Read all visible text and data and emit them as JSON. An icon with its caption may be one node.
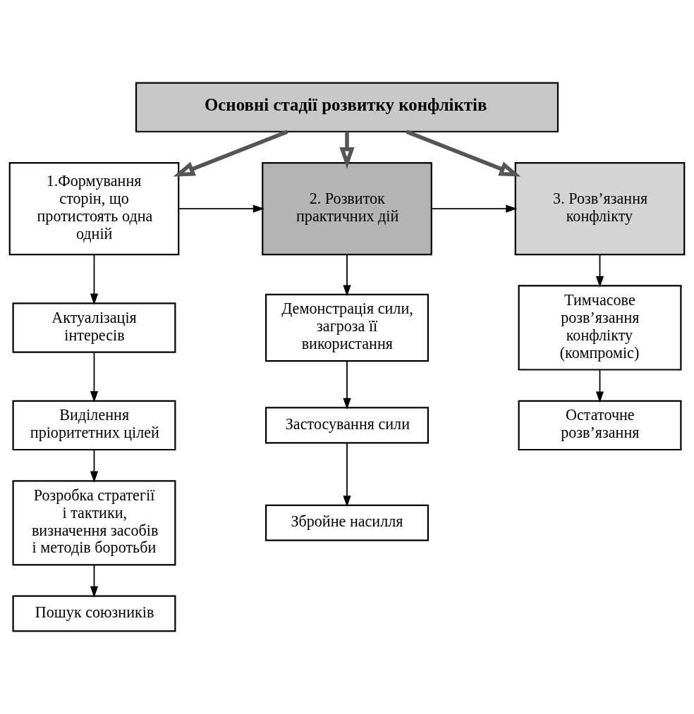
{
  "diagram": {
    "nodes": [
      {
        "text": [
          "Основні стадії розвитку конфліктів"
        ]
      },
      {
        "text": [
          "1.Формування сторін, що протистоять одна одній"
        ]
      },
      {
        "text": [
          "2. Розвиток практичних дій"
        ]
      },
      {
        "text": [
          "3. Розв’язання конфлікту"
        ]
      },
      {
        "text": [
          "Актуалізація інтересів"
        ]
      },
      {
        "text": [
          "Виділення пріоритетних цілей"
        ]
      },
      {
        "text": [
          "Розробка стратегії і тактики, визначення засобів і методів боротьби"
        ]
      },
      {
        "text": [
          "Пошук союзників"
        ]
      },
      {
        "text": [
          "Демонстрація сили, загроза її використання"
        ]
      },
      {
        "text": [
          "Застосування сили"
        ]
      },
      {
        "text": [
          "Збройне насилля"
        ]
      },
      {
        "text": [
          "Тимчасове розв’язання конфлікту (компроміс)"
        ]
      },
      {
        "text": [
          "Остаточне розв’язання"
        ]
      }
    ],
    "edges": [
      {
        "from": 0,
        "to": 1,
        "arrow": "to",
        "style": "thick"
      },
      {
        "from": 0,
        "to": 2,
        "arrow": "to",
        "style": "thick"
      },
      {
        "from": 0,
        "to": 3,
        "arrow": "to",
        "style": "thick"
      },
      {
        "from": 1,
        "to": 2,
        "arrow": "to"
      },
      {
        "from": 2,
        "to": 3,
        "arrow": "to"
      },
      {
        "from": 1,
        "to": 4,
        "arrow": "to"
      },
      {
        "from": 4,
        "to": 5,
        "arrow": "to"
      },
      {
        "from": 5,
        "to": 6,
        "arrow": "to"
      },
      {
        "from": 6,
        "to": 7,
        "arrow": "to"
      },
      {
        "from": 2,
        "to": 8,
        "arrow": "to"
      },
      {
        "from": 8,
        "to": 9,
        "arrow": "to"
      },
      {
        "from": 9,
        "to": 10,
        "arrow": "to"
      },
      {
        "from": 3,
        "to": 11,
        "arrow": "to"
      },
      {
        "from": 11,
        "to": 12,
        "arrow": "to"
      }
    ]
  }
}
